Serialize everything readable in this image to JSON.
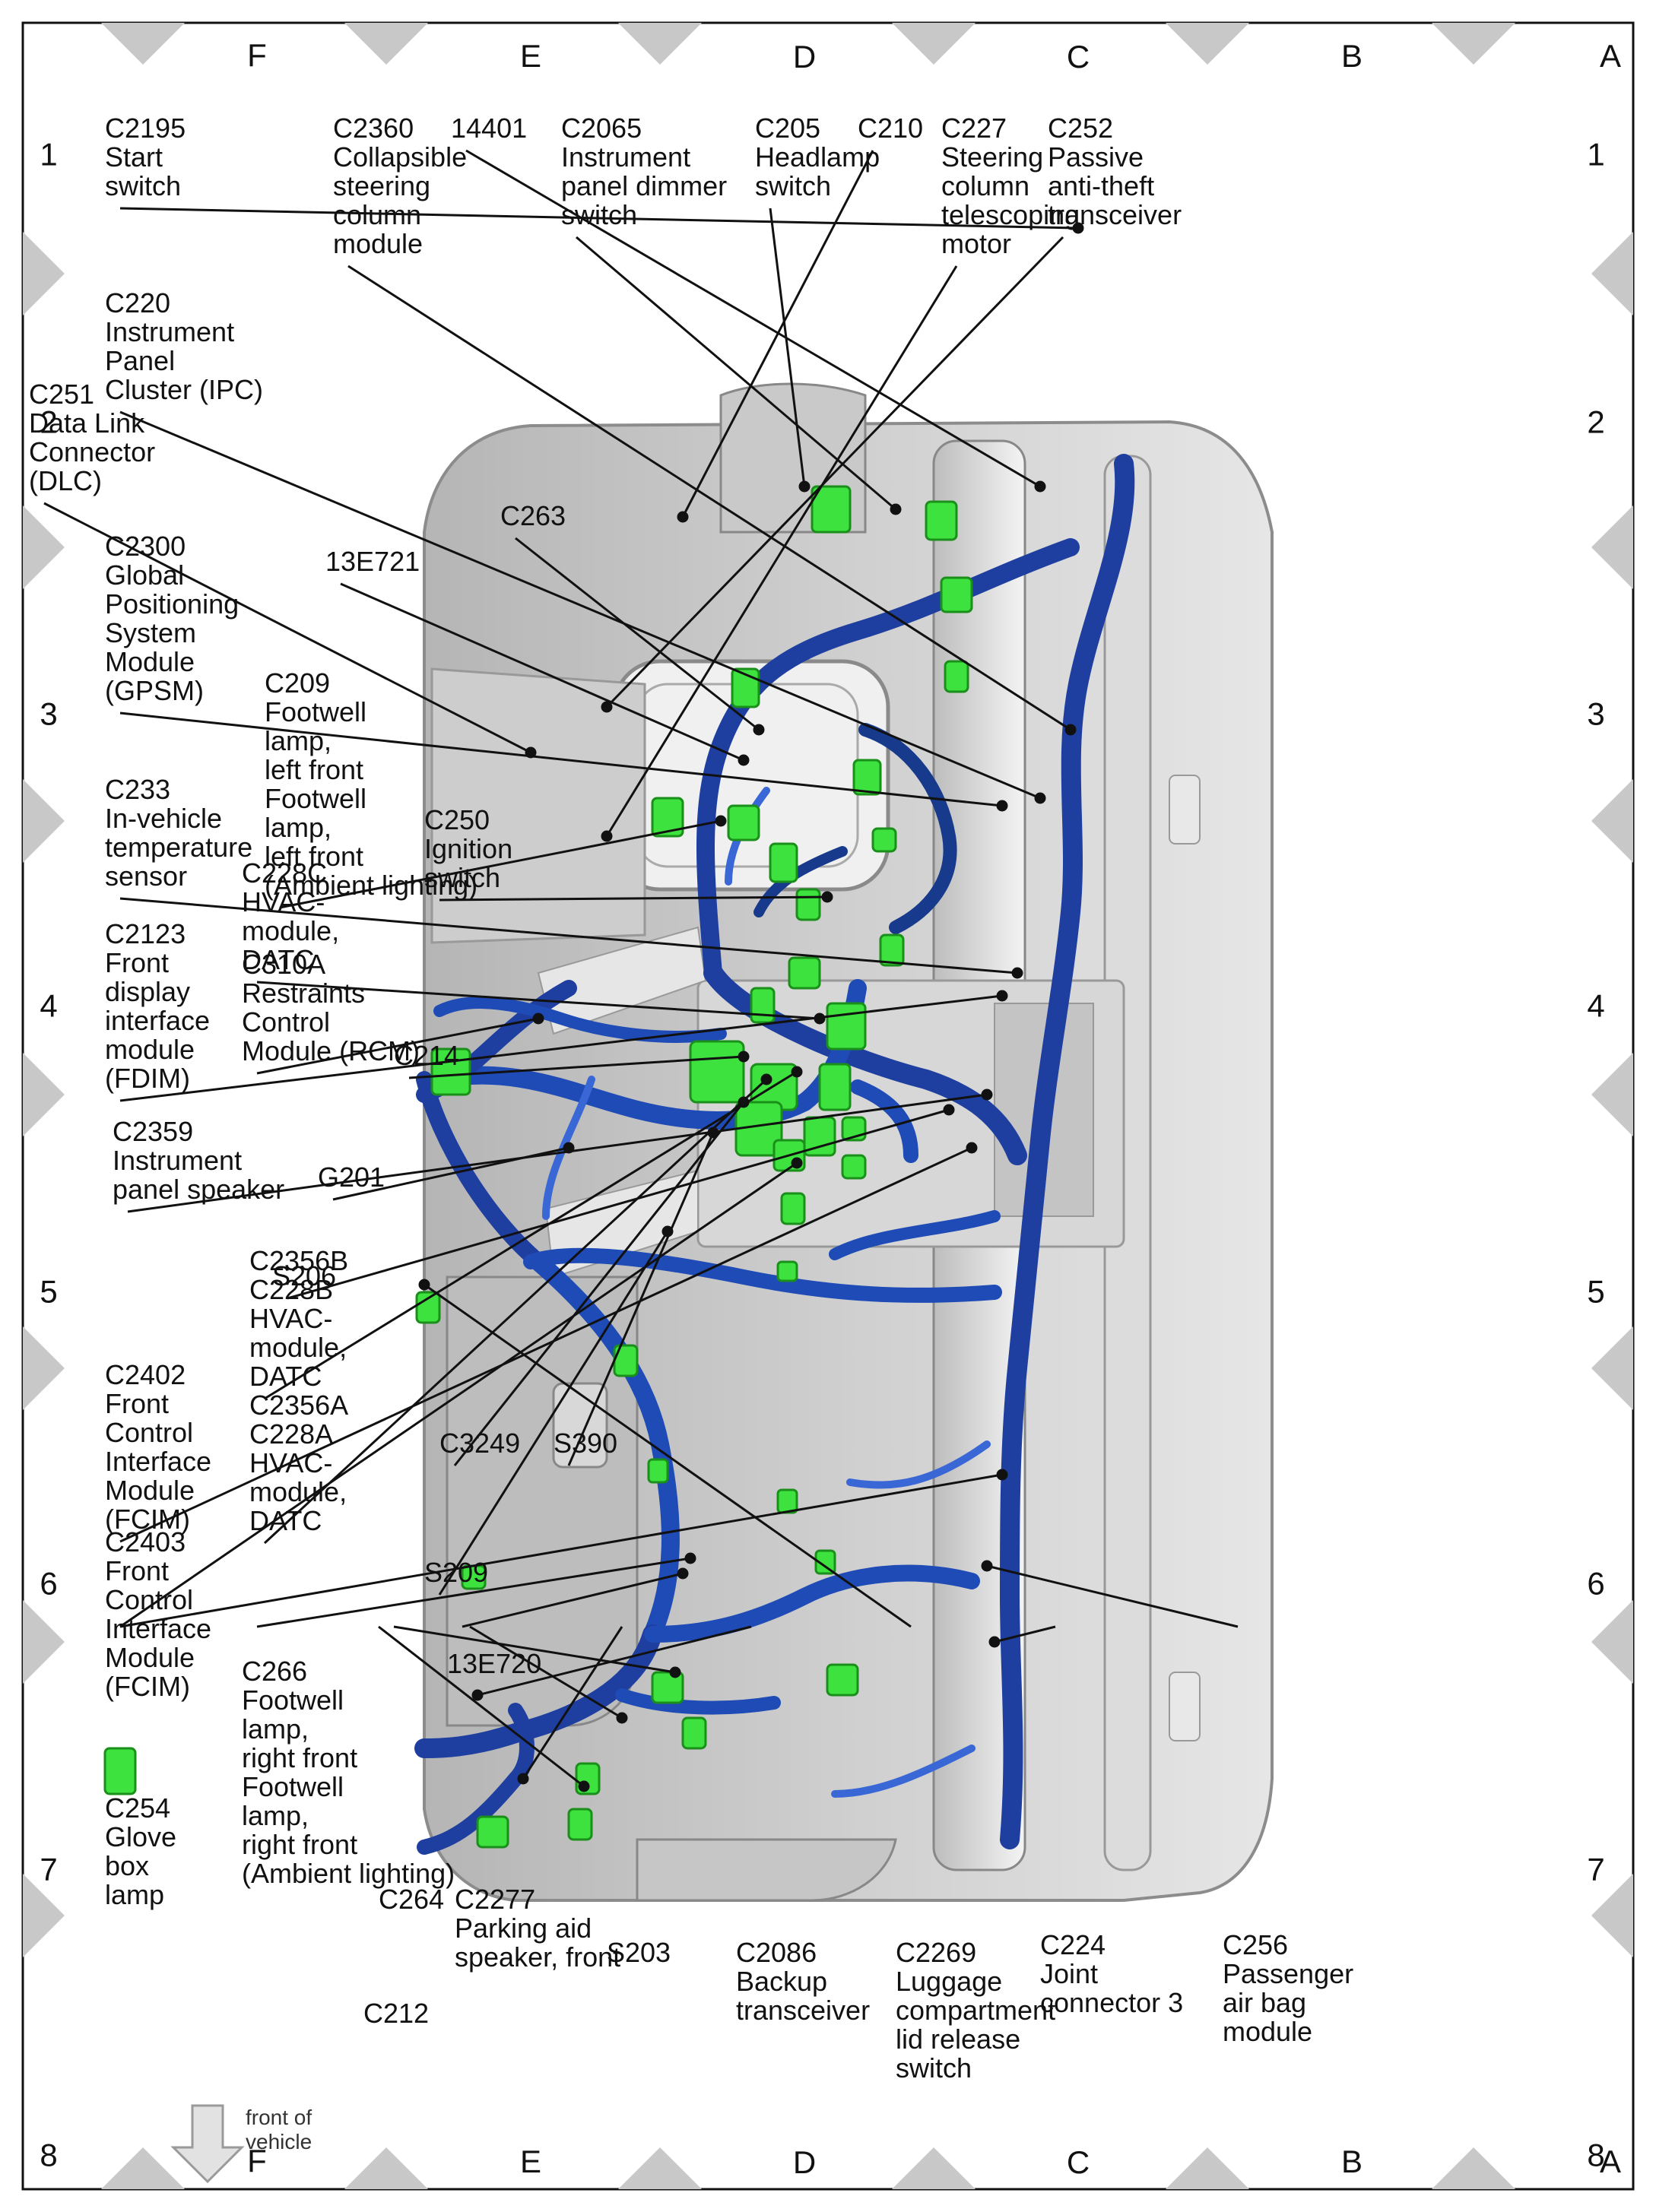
{
  "grid": {
    "rows": [
      "A",
      "B",
      "C",
      "D",
      "E",
      "F"
    ],
    "cols": [
      "1",
      "2",
      "3",
      "4",
      "5",
      "6",
      "7",
      "8"
    ]
  },
  "front_label": "front of vehicle",
  "callouts": [
    {
      "id": "c2195",
      "lines": [
        "C2195",
        "Start",
        "switch"
      ]
    },
    {
      "id": "c2360",
      "lines": [
        "C2360",
        "Collapsible",
        "steering",
        "column",
        "module"
      ]
    },
    {
      "id": "14401",
      "lines": [
        "14401"
      ]
    },
    {
      "id": "c2065",
      "lines": [
        "C2065",
        "Instrument",
        "panel dimmer",
        "switch"
      ]
    },
    {
      "id": "c205",
      "lines": [
        "C205",
        "Headlamp",
        "switch"
      ]
    },
    {
      "id": "c210",
      "lines": [
        "C210"
      ]
    },
    {
      "id": "c227",
      "lines": [
        "C227",
        "Steering",
        "column",
        "telescoping",
        "motor"
      ]
    },
    {
      "id": "c252",
      "lines": [
        "C252",
        "Passive",
        "anti-theft",
        "transceiver"
      ]
    },
    {
      "id": "c220",
      "lines": [
        "C220",
        "Instrument",
        "Panel",
        "Cluster (IPC)"
      ]
    },
    {
      "id": "c251",
      "lines": [
        "C251",
        "Data Link",
        "Connector",
        "(DLC)"
      ]
    },
    {
      "id": "c2300",
      "lines": [
        "C2300",
        "Global",
        "Positioning",
        "System",
        "Module",
        "(GPSM)"
      ]
    },
    {
      "id": "c263",
      "lines": [
        "C263"
      ]
    },
    {
      "id": "13e721",
      "lines": [
        "13E721"
      ]
    },
    {
      "id": "c209",
      "lines": [
        "C209",
        "Footwell",
        "lamp,",
        "left front",
        "Footwell",
        "lamp,",
        "left front",
        "(Ambient lighting)"
      ]
    },
    {
      "id": "c233",
      "lines": [
        "C233",
        "In-vehicle",
        "temperature",
        "sensor"
      ]
    },
    {
      "id": "c250",
      "lines": [
        "C250",
        "Ignition",
        "switch"
      ]
    },
    {
      "id": "c2123",
      "lines": [
        "C2123",
        "Front",
        "display",
        "interface",
        "module",
        "(FDIM)"
      ]
    },
    {
      "id": "c228c",
      "lines": [
        "C228C",
        "HVAC-",
        "module,",
        "DATC"
      ]
    },
    {
      "id": "c310a",
      "lines": [
        "C310A",
        "Restraints",
        "Control",
        "Module (RCM)"
      ]
    },
    {
      "id": "c214",
      "lines": [
        "C214"
      ]
    },
    {
      "id": "c2359",
      "lines": [
        "C2359",
        "Instrument",
        "panel speaker"
      ]
    },
    {
      "id": "g201",
      "lines": [
        "G201"
      ]
    },
    {
      "id": "s206",
      "lines": [
        "S206"
      ]
    },
    {
      "id": "c2356b",
      "lines": [
        "C2356B",
        "C228B",
        "HVAC-",
        "module,",
        "DATC"
      ]
    },
    {
      "id": "c2402",
      "lines": [
        "C2402",
        "Front",
        "Control",
        "Interface",
        "Module",
        "(FCIM)"
      ]
    },
    {
      "id": "c2356a",
      "lines": [
        "C2356A",
        "C228A",
        "HVAC-",
        "module,",
        "DATC"
      ]
    },
    {
      "id": "c3249",
      "lines": [
        "C3249"
      ]
    },
    {
      "id": "s390",
      "lines": [
        "S390"
      ]
    },
    {
      "id": "c2403",
      "lines": [
        "C2403",
        "Front",
        "Control",
        "Interface",
        "Module",
        "(FCIM)"
      ]
    },
    {
      "id": "s209",
      "lines": [
        "S209"
      ]
    },
    {
      "id": "c266",
      "lines": [
        "C266",
        "Footwell",
        "lamp,",
        "right front",
        "Footwell",
        "lamp,",
        "right front",
        "(Ambient lighting)"
      ]
    },
    {
      "id": "13e720",
      "lines": [
        "13E720"
      ]
    },
    {
      "id": "c254",
      "lines": [
        "C254",
        "Glove",
        "box",
        "lamp"
      ]
    },
    {
      "id": "c264",
      "lines": [
        "C264"
      ]
    },
    {
      "id": "c2277",
      "lines": [
        "C2277",
        "Parking aid",
        "speaker, front"
      ]
    },
    {
      "id": "c212",
      "lines": [
        "C212"
      ]
    },
    {
      "id": "s203",
      "lines": [
        "S203"
      ]
    },
    {
      "id": "c2086",
      "lines": [
        "C2086",
        "Backup",
        "transceiver"
      ]
    },
    {
      "id": "c2269",
      "lines": [
        "C2269",
        "Luggage",
        "compartment",
        "lid release",
        "switch"
      ]
    },
    {
      "id": "c224",
      "lines": [
        "C224",
        "Joint",
        "connector 3"
      ]
    },
    {
      "id": "c256",
      "lines": [
        "C256",
        "Passenger",
        "air bag",
        "module"
      ]
    }
  ]
}
